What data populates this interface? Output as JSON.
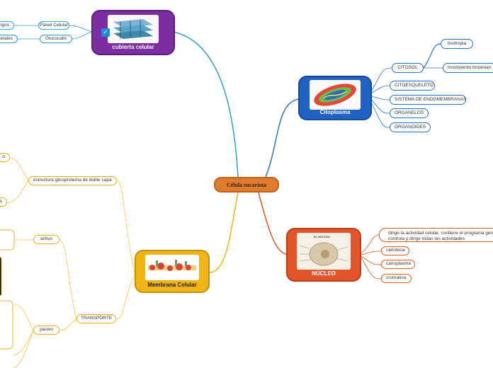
{
  "root": {
    "label": "Célula eucariota"
  },
  "cubierta": {
    "label": "cubierta celular",
    "checkbox": "✓",
    "items": [
      "Pared Celular",
      "Glucocalix"
    ],
    "left_items": [
      "hongos",
      "vegetales"
    ]
  },
  "citoplasma": {
    "label": "Citoplasma",
    "items": [
      "CITOSOL",
      "CITOESQUELETO",
      "SISTEMA DE ENDOMEMBRANAS",
      "ORGANELOS",
      "ORGANOIDES"
    ],
    "citosol_items": [
      "tixotropia",
      "movimiento brownian"
    ]
  },
  "nucleo": {
    "label": "NÚCLEO",
    "image_caption": "EL NÚCLEO",
    "items": [
      {
        "line1": "dirige la actividad celular, contiene el programa genet",
        "line2": "controla y dirige todas las actividades"
      },
      {
        "line1": "carioteca"
      },
      {
        "line1": "carioplasma"
      },
      {
        "line1": "cromatina"
      }
    ]
  },
  "membrana": {
    "label": "Membrana Celular",
    "estructura": "estructura glicoproteína de doble capa",
    "transporte": "TRANSPORTE",
    "activo": "activo",
    "pasivo": "pasivo",
    "left_fragments": [
      "o",
      "es"
    ]
  },
  "colors": {
    "root": "#e07b2a",
    "cubierta": "#7b2fa3",
    "citoplasma": "#1f62c4",
    "nucleo": "#e3552a",
    "membrana": "#f1b417",
    "link_cyan": "#2c9fd0",
    "link_blue": "#2a74c4",
    "link_orange": "#e0571f",
    "link_yellow": "#f5c542"
  }
}
